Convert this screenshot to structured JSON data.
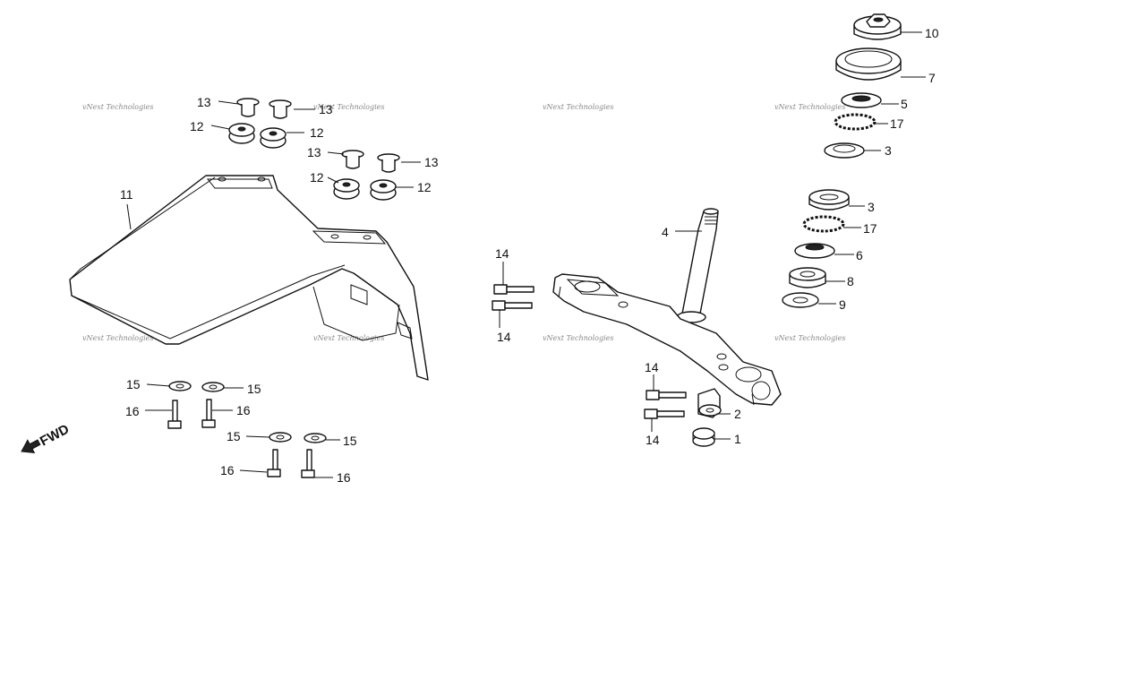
{
  "watermark": "vNext Technologies",
  "fwd_label": "FWD",
  "callouts": {
    "c1": "1",
    "c2": "2",
    "c3a": "3",
    "c3b": "3",
    "c4": "4",
    "c5": "5",
    "c6": "6",
    "c7": "7",
    "c8": "8",
    "c9": "9",
    "c10": "10",
    "c11": "11",
    "c12a": "12",
    "c12b": "12",
    "c12c": "12",
    "c12d": "12",
    "c13a": "13",
    "c13b": "13",
    "c13c": "13",
    "c13d": "13",
    "c14a": "14",
    "c14b": "14",
    "c14c": "14",
    "c14d": "14",
    "c15a": "15",
    "c15b": "15",
    "c15c": "15",
    "c15d": "15",
    "c16a": "16",
    "c16b": "16",
    "c16c": "16",
    "c16d": "16",
    "c17a": "17",
    "c17b": "17"
  }
}
